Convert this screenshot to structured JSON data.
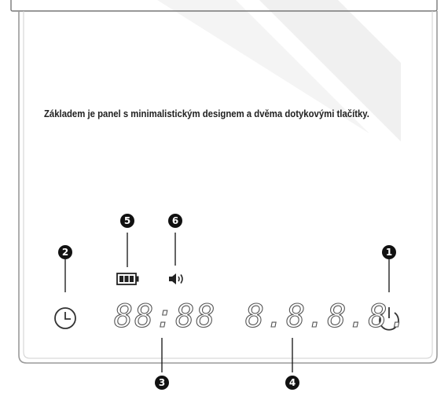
{
  "caption": "Základem je panel s minimalistickým designem a dvěma dotykovými tlačítky.",
  "markers": [
    "1",
    "2",
    "3",
    "4",
    "5",
    "6"
  ],
  "display": {
    "clock": "88:88",
    "numeric": "8.8.8.8."
  },
  "icons": {
    "timer": "clock-icon",
    "power": "power-icon",
    "battery": "battery-icon",
    "sound": "speaker-icon"
  }
}
